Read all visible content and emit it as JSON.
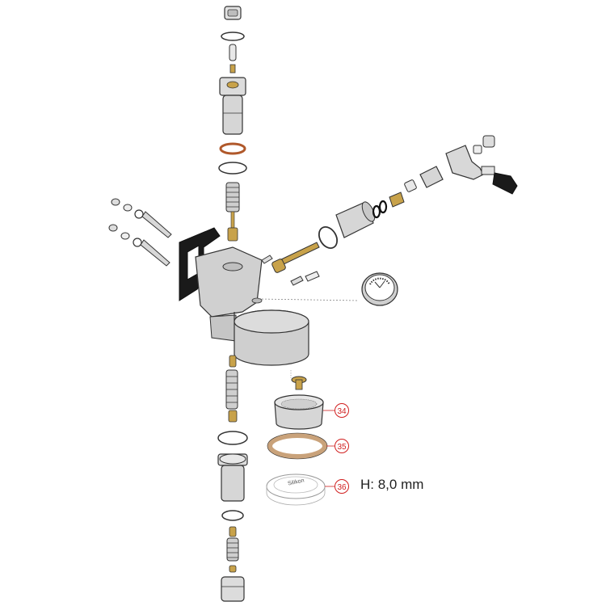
{
  "callouts": [
    {
      "label": "34"
    },
    {
      "label": "35"
    },
    {
      "label": "36"
    }
  ],
  "gasket_text": "Silikon",
  "dimension_note": "H: 8,0 mm",
  "colors": {
    "callout": "#d11f1f",
    "brass": "#c8a24a",
    "copper": "#b0582a",
    "body_gray": "#d0d0d0",
    "outline": "#333333",
    "gasket_tan": "#c9a27a",
    "black_part": "#1a1a1a"
  }
}
